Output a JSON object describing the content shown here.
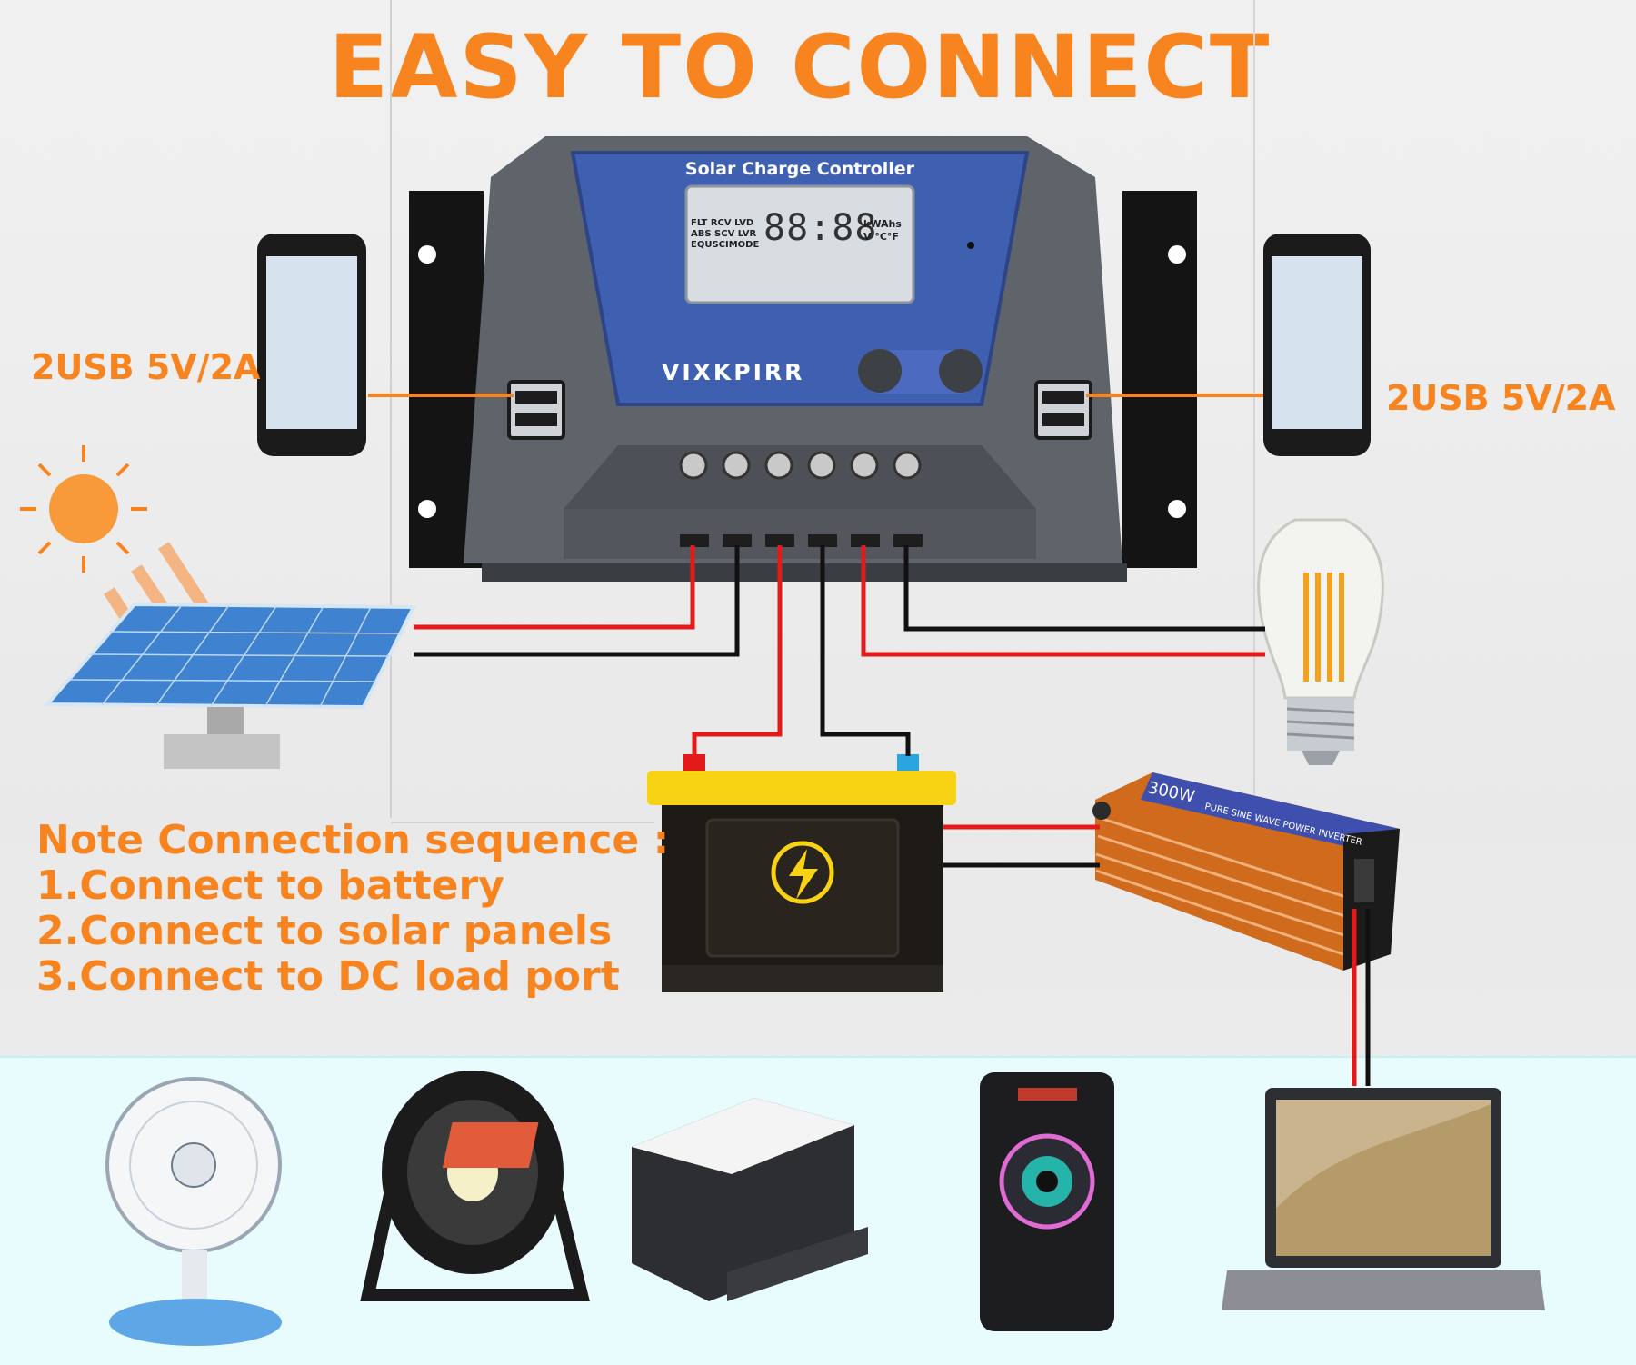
{
  "title": "EASY TO CONNECT",
  "controller": {
    "panel_title": "Solar Charge Controller",
    "brand": "VIXKPIRR",
    "lcd_modes": [
      "FLT RCV LVD",
      "ABS SCV LVR",
      "EQUSCIMODE"
    ],
    "lcd_digits": "88:88",
    "lcd_units": [
      "kWAhs",
      "V °C°F"
    ]
  },
  "usb_left": "2USB 5V/2A",
  "usb_right": "2USB 5V/2A",
  "inverter": {
    "rating": "300W",
    "model": "PURE SINE WAVE POWER INVERTER"
  },
  "note": {
    "heading": "Note Connection sequence :",
    "steps": [
      "1.Connect to battery",
      "2.Connect to solar panels",
      "3.Connect to DC load port"
    ]
  },
  "colors": {
    "accent": "#f7841f",
    "wire_pos": "#e21a1a",
    "wire_neg": "#111111",
    "controller": "#5f646b",
    "panel_blue": "#3f5fb0"
  },
  "icons": [
    "phone-icon",
    "sun-icon",
    "solar-panel-icon",
    "battery-icon",
    "bulb-icon",
    "inverter-icon",
    "fan-icon",
    "stage-light-icon",
    "printer-icon",
    "speaker-icon",
    "laptop-icon"
  ]
}
